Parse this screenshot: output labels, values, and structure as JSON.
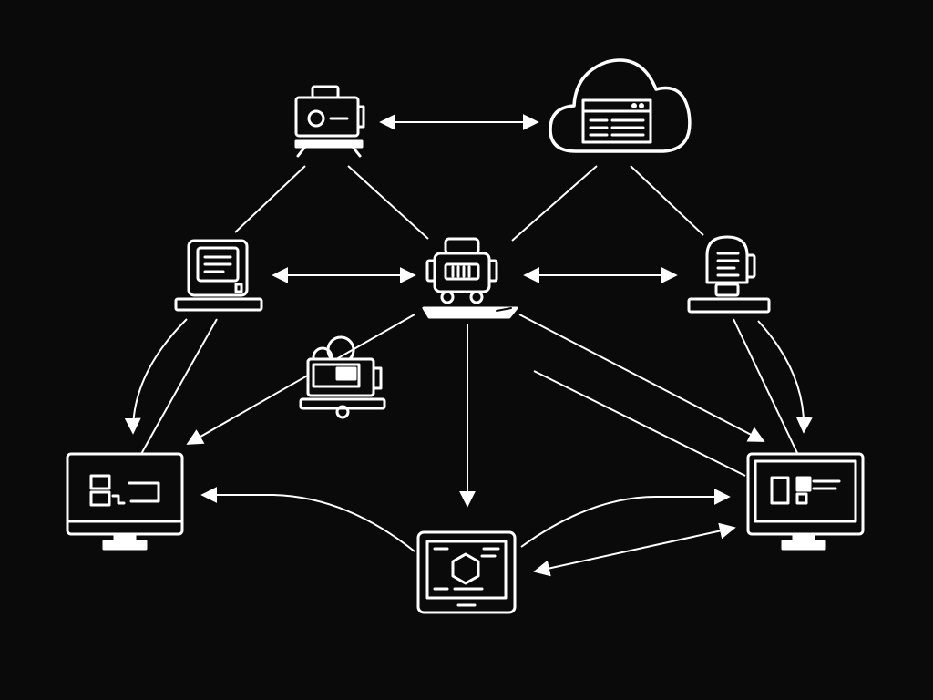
{
  "diagram": {
    "kind": "network-topology",
    "colors": {
      "background": "#0a0a0a",
      "stroke": "#ffffff"
    },
    "nodes": [
      {
        "id": "camera-top",
        "icon": "camera-icon"
      },
      {
        "id": "cloud-server",
        "icon": "cloud-icon"
      },
      {
        "id": "device-left",
        "icon": "device-icon"
      },
      {
        "id": "central-hub",
        "icon": "robot-icon"
      },
      {
        "id": "device-right",
        "icon": "scanner-icon"
      },
      {
        "id": "camera-mid",
        "icon": "camera-icon"
      },
      {
        "id": "monitor-left",
        "icon": "monitor-icon"
      },
      {
        "id": "tablet-bottom",
        "icon": "tablet-icon"
      },
      {
        "id": "monitor-right",
        "icon": "monitor-icon"
      }
    ],
    "edges": [
      {
        "from": "camera-top",
        "to": "cloud-server",
        "arrows": "both"
      },
      {
        "from": "camera-top",
        "to": "device-left",
        "arrows": "none"
      },
      {
        "from": "camera-top",
        "to": "central-hub",
        "arrows": "none"
      },
      {
        "from": "cloud-server",
        "to": "central-hub",
        "arrows": "none"
      },
      {
        "from": "cloud-server",
        "to": "device-right",
        "arrows": "none"
      },
      {
        "from": "device-left",
        "to": "central-hub",
        "arrows": "both"
      },
      {
        "from": "central-hub",
        "to": "device-right",
        "arrows": "both"
      },
      {
        "from": "device-left",
        "to": "monitor-left",
        "arrows": "end"
      },
      {
        "from": "device-left",
        "to": "monitor-left",
        "arrows": "none"
      },
      {
        "from": "central-hub",
        "to": "monitor-left",
        "arrows": "end"
      },
      {
        "from": "central-hub",
        "to": "tablet-bottom",
        "arrows": "end"
      },
      {
        "from": "central-hub",
        "to": "monitor-right",
        "arrows": "end"
      },
      {
        "from": "device-right",
        "to": "monitor-right",
        "arrows": "end"
      },
      {
        "from": "device-right",
        "to": "monitor-right",
        "arrows": "none"
      },
      {
        "from": "tablet-bottom",
        "to": "monitor-left",
        "arrows": "end"
      },
      {
        "from": "tablet-bottom",
        "to": "monitor-right",
        "arrows": "end"
      },
      {
        "from": "monitor-right",
        "to": "tablet-bottom",
        "arrows": "both"
      }
    ]
  }
}
